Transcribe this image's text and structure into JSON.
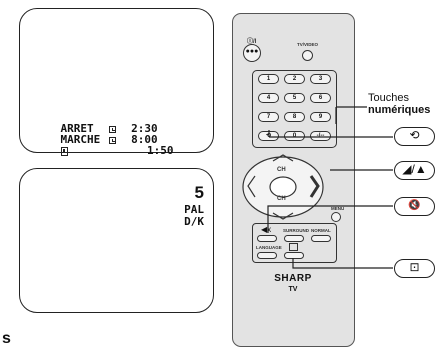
{
  "screen1": {
    "rows": [
      {
        "label": "ARRET",
        "icon": "clock-icon",
        "time": "2:30"
      },
      {
        "label": "MARCHE",
        "icon": "clock-icon",
        "time": "8:00"
      },
      {
        "label": "",
        "icon": "sleep-timer-icon",
        "time": "1:50"
      }
    ]
  },
  "screen2": {
    "channel": "5",
    "system": "PAL",
    "sound": "D/K"
  },
  "remote": {
    "power_label": "Ⓘ/I",
    "tv_video_label": "TV/VIDEO",
    "keypad": [
      "1",
      "2",
      "3",
      "4",
      "5",
      "6",
      "7",
      "8",
      "9"
    ],
    "back_label": "⟲",
    "zero_label": "0",
    "digit_mode_label": "-/--",
    "ch_up_label": "CH",
    "ch_down_label": "CH",
    "menu_label": "MENU",
    "surround_label": "SURROUND",
    "normal_label": "NORMAL",
    "language_label": "LANGUAGE",
    "brand": "SHARP",
    "model": "TV"
  },
  "callouts": {
    "keypad_line1": "Touches",
    "keypad_line2": "numériques",
    "flashback_symbol": "⟲",
    "volume_symbol": "◢/▲",
    "mute_symbol": "🔇",
    "timer_symbol": "⊡"
  },
  "footer_fragment": "s"
}
